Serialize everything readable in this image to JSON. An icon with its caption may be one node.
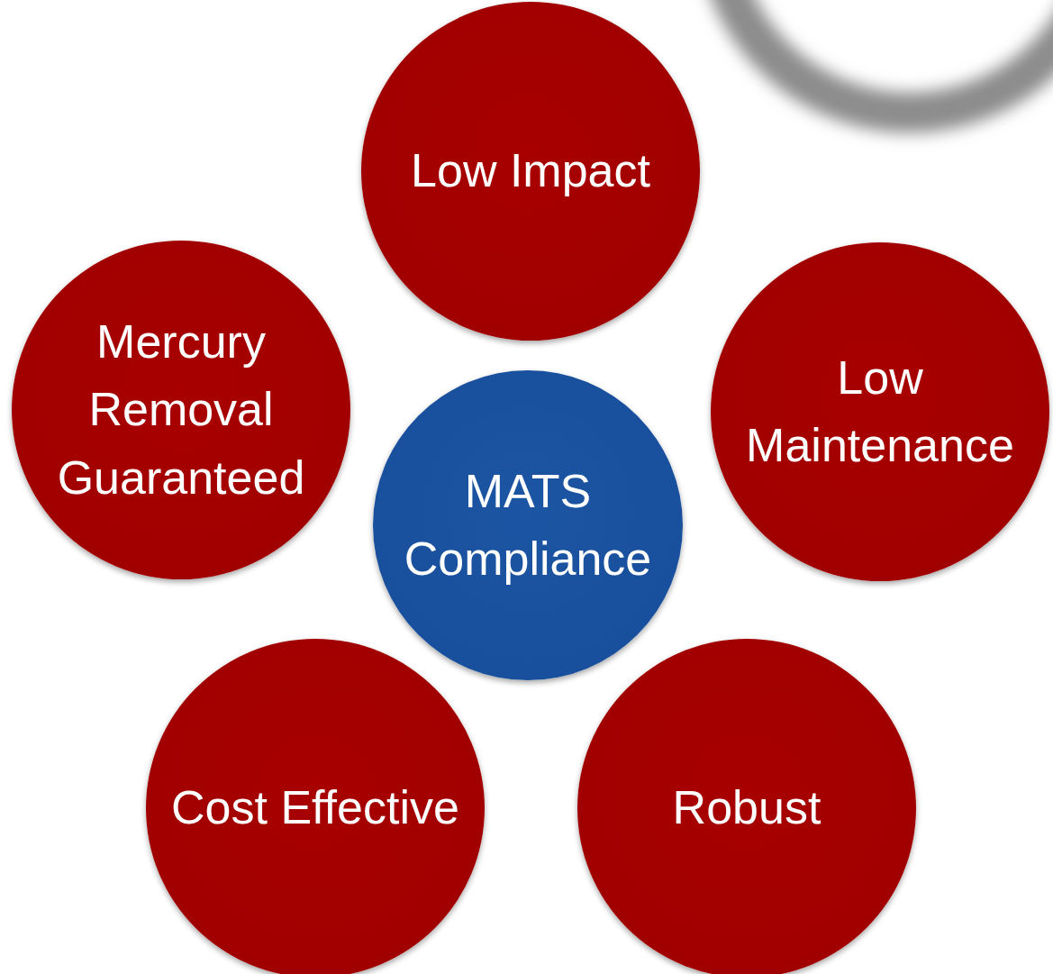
{
  "diagram": {
    "nodes": [
      {
        "text": [
          "Low Impact"
        ]
      },
      {
        "text": [
          "Mercury Removal Guaranteed"
        ]
      },
      {
        "text": [
          "Low Maintenance"
        ]
      },
      {
        "text": [
          "MATS Compliance"
        ]
      },
      {
        "text": [
          "Cost Effective"
        ]
      },
      {
        "text": [
          "Robust"
        ]
      }
    ]
  }
}
